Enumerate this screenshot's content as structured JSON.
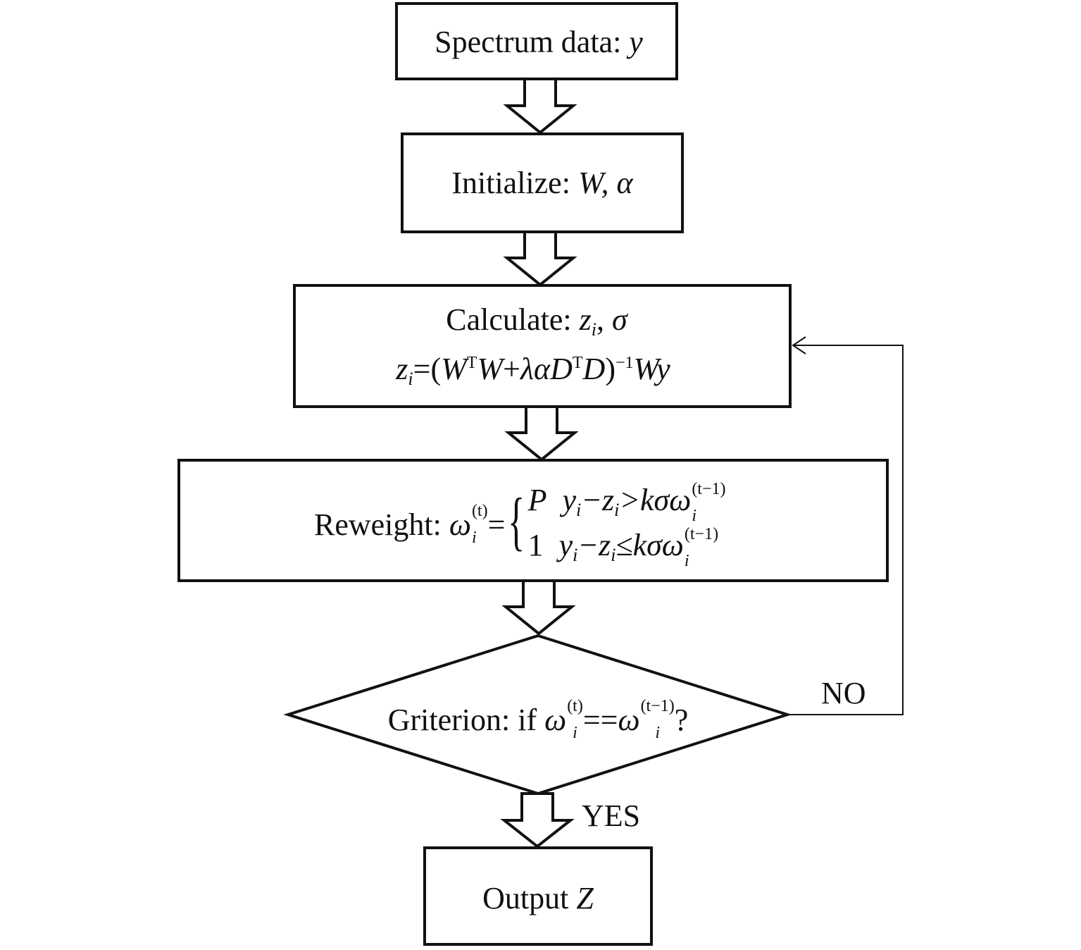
{
  "nodes": {
    "start": {
      "label": "Spectrum data:",
      "var": "y"
    },
    "init": {
      "label": "Initialize:",
      "vars": "W, α"
    },
    "calc": {
      "label": "Calculate:",
      "line1_vars": "σ",
      "z": "z",
      "i": "i",
      "formula_parts": [
        "=(",
        "W",
        "T",
        "W",
        "+",
        "λαD",
        "T",
        "D",
        ")",
        "−1",
        "Wy"
      ]
    },
    "reweight": {
      "label": "Reweight:",
      "omega": "ω",
      "sup_t": "(t)",
      "sup_t1": "(t−1)",
      "sub_i": "i",
      "eq": "=",
      "case1_value": "P",
      "case1_cond": "y",
      "case1_op": "−z",
      "case1_rel": ">kσω",
      "case2_value": "1",
      "case2_cond": "y",
      "case2_op": "−z",
      "case2_rel": "≤kσω"
    },
    "criterion": {
      "label": "Griterion: if",
      "omega": "ω",
      "sup_t": "(t)",
      "sup_t1": "(t−1)",
      "sub_i": "i",
      "op": "==",
      "q": "?"
    },
    "output": {
      "label": "Output",
      "var": "Z"
    }
  },
  "edges": {
    "no_label": "NO",
    "yes_label": "YES"
  }
}
